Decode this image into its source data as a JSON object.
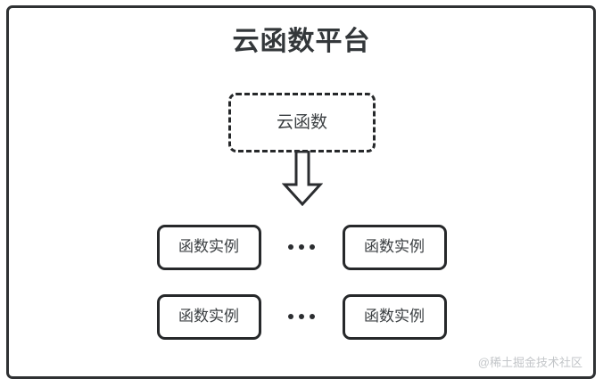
{
  "diagram": {
    "title": "云函数平台",
    "cloud_function": {
      "label": "云函数",
      "border_style": "dashed"
    },
    "arrow": {
      "name": "down-block-arrow",
      "direction": "down"
    },
    "instance_rows": [
      {
        "left_box": "函数实例",
        "ellipsis": "•••",
        "right_box": "函数实例"
      },
      {
        "left_box": "函数实例",
        "ellipsis": "•••",
        "right_box": "函数实例"
      }
    ],
    "watermark": "@稀土掘金技术社区",
    "colors": {
      "stroke": "#26282a",
      "title_text": "#33373a",
      "body_text": "#3c4043",
      "background": "#ffffff",
      "watermark_text": "#c3c6c9"
    }
  }
}
